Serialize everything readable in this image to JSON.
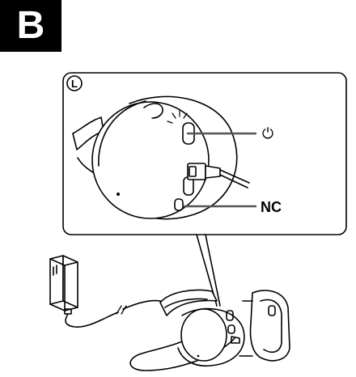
{
  "step_badge": {
    "label": "B",
    "background": "#000000",
    "text_color": "#ffffff"
  },
  "callout": {
    "side_marker": "L",
    "power_label": "⏻",
    "nc_label": "NC"
  },
  "icons": {
    "side": "left-side-marker-icon",
    "power": "power-icon",
    "adapter": "usb-ac-adapter-icon",
    "headphones": "headphones-icon"
  },
  "colors": {
    "stroke": "#000000",
    "callout_line": "#555555",
    "fill": "#ffffff"
  }
}
